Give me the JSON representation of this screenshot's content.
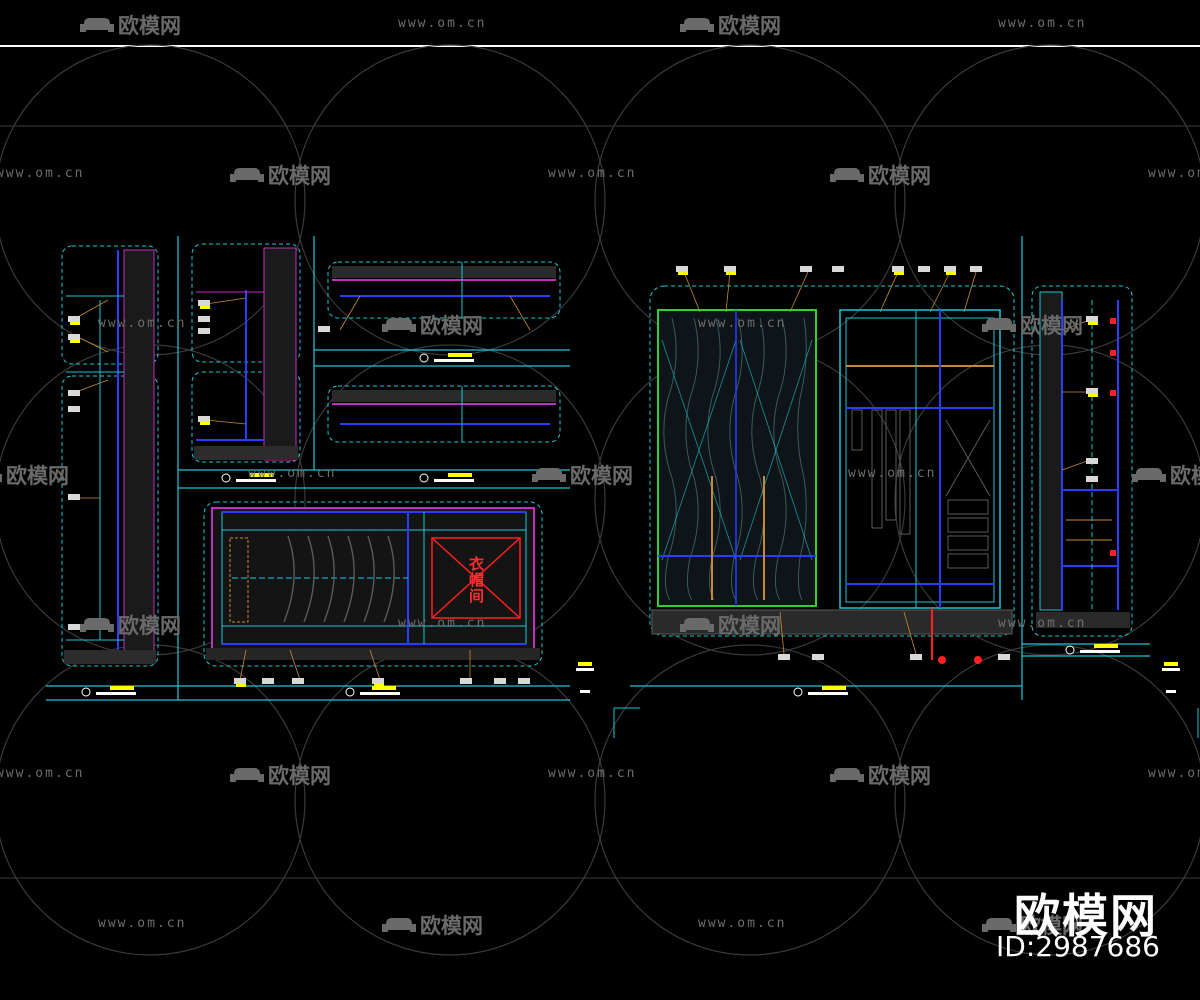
{
  "watermark": {
    "url_text": "www.om.cn",
    "logo_text": "欧模网"
  },
  "brand": {
    "name": "欧模网",
    "id_label": "ID:2987686"
  },
  "drawing": {
    "room_label": "衣帽间",
    "colors": {
      "background": "#000000",
      "cyan": "#19c8d8",
      "blue": "#2a3cff",
      "magenta": "#c030c0",
      "green": "#30d030",
      "yellow": "#ffff00",
      "red": "#ff2020",
      "white": "#ffffff",
      "grey": "#5a5a5a",
      "orange": "#c88a30"
    }
  }
}
